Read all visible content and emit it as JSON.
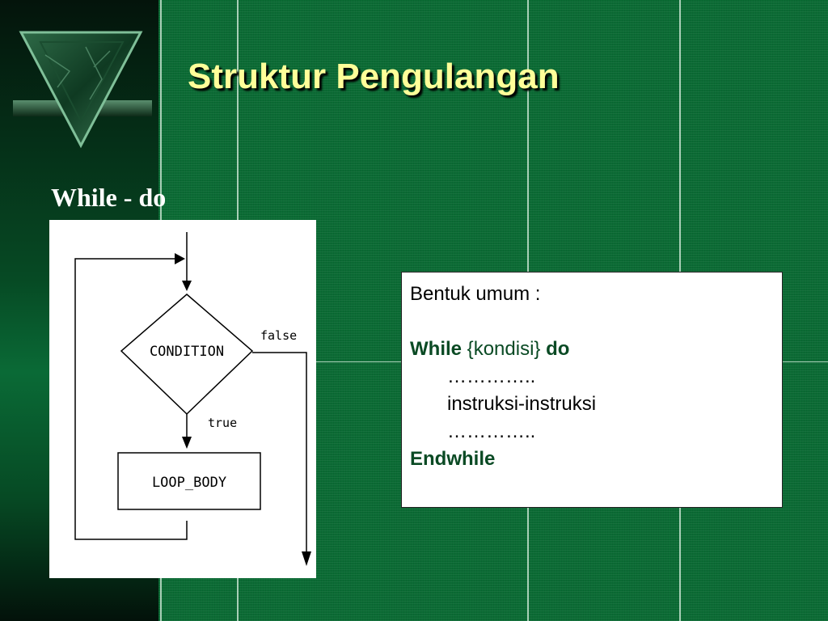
{
  "slide": {
    "title": "Struktur Pengulangan",
    "subtitle": "While - do",
    "colors": {
      "background": "#0b6b34",
      "title": "#ffff99",
      "text": "#ffffff"
    },
    "logo_icon": "inverted-triangle-marble-logo"
  },
  "flowchart": {
    "condition_label": "CONDITION",
    "loop_body_label": "LOOP_BODY",
    "false_label": "false",
    "true_label": "true"
  },
  "code_box": {
    "heading": "Bentuk umum :",
    "while_kw": "While",
    "condition": "{kondisi}",
    "do_kw": "do",
    "dots1": "…………..",
    "instruction": "instruksi-instruksi",
    "dots2": "…………..",
    "end_kw": "Endwhile"
  }
}
